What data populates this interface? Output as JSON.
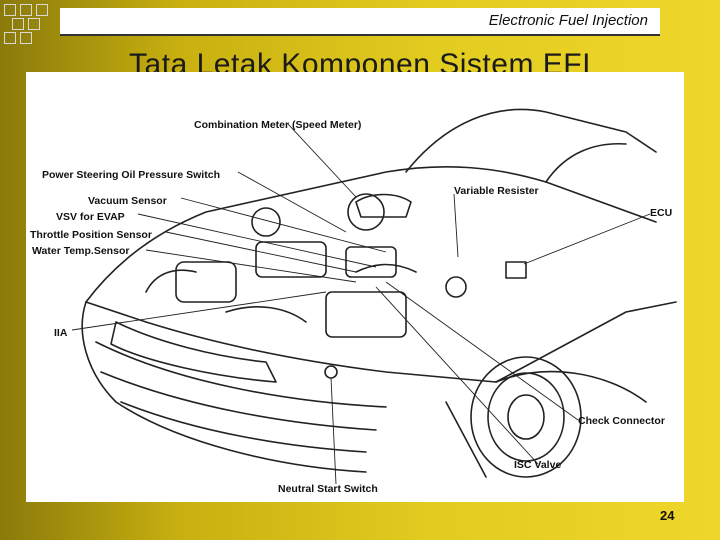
{
  "header": {
    "text": "Electronic Fuel Injection"
  },
  "slide": {
    "title": "Tata Letak Komponen Sistem EFI",
    "page": "24"
  },
  "diagram": {
    "labels": {
      "combination_meter": "Combination Meter (Speed Meter)",
      "ps_switch": "Power Steering Oil Pressure Switch",
      "vacuum_sensor": "Vacuum Sensor",
      "vsv_evap": "VSV for EVAP",
      "throttle_sensor": "Throttle Position Sensor",
      "water_temp": "Water Temp.Sensor",
      "iia": "IIA",
      "variable_resister": "Variable Resister",
      "ecu": "ECU",
      "check_connector": "Check Connector",
      "isc_valve": "ISC Valve",
      "neutral_start": "Neutral Start Switch"
    }
  },
  "colors": {
    "background_gold": "#e2cc20",
    "header_border": "#333333"
  }
}
